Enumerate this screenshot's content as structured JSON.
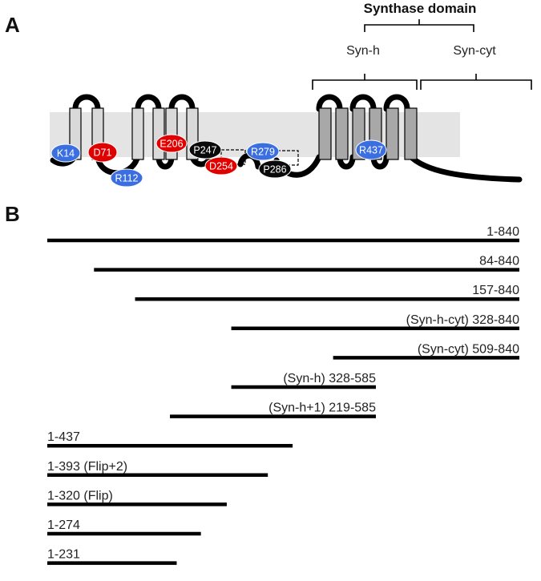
{
  "panels": {
    "a": "A",
    "b": "B"
  },
  "domain_header": "Synthase domain",
  "subdomains": {
    "syn_h": "Syn-h",
    "syn_cyt": "Syn-cyt"
  },
  "residues": [
    {
      "label": "K14",
      "color": "blue"
    },
    {
      "label": "D71",
      "color": "red"
    },
    {
      "label": "R112",
      "color": "blue"
    },
    {
      "label": "E206",
      "color": "red"
    },
    {
      "label": "P247",
      "color": "black"
    },
    {
      "label": "D254",
      "color": "red"
    },
    {
      "label": "R279",
      "color": "blue"
    },
    {
      "label": "P286",
      "color": "black"
    },
    {
      "label": "R437",
      "color": "blue"
    }
  ],
  "fragments": [
    {
      "label": "1-840",
      "start": 1,
      "end": 840
    },
    {
      "label": "84-840",
      "start": 84,
      "end": 840
    },
    {
      "label": "157-840",
      "start": 157,
      "end": 840
    },
    {
      "label": "(Syn-h-cyt) 328-840",
      "start": 328,
      "end": 840
    },
    {
      "label": "(Syn-cyt) 509-840",
      "start": 509,
      "end": 840
    },
    {
      "label": "(Syn-h) 328-585",
      "start": 328,
      "end": 585
    },
    {
      "label": "(Syn-h+1) 219-585",
      "start": 219,
      "end": 585
    },
    {
      "label": "1-437",
      "start": 1,
      "end": 437
    },
    {
      "label": "1-393 (Flip+2)",
      "start": 1,
      "end": 393
    },
    {
      "label": "1-320 (Flip)",
      "start": 1,
      "end": 320
    },
    {
      "label": "1-274",
      "start": 1,
      "end": 274
    },
    {
      "label": "1-231",
      "start": 1,
      "end": 231
    }
  ],
  "colors": {
    "membrane": "#e4e4e4",
    "helix_light": "#d9d9d9",
    "helix_dark": "#a8a8a8",
    "blue": "#3b6fe0",
    "red": "#e00000",
    "black": "#0a0a0a",
    "line": "#000000"
  }
}
